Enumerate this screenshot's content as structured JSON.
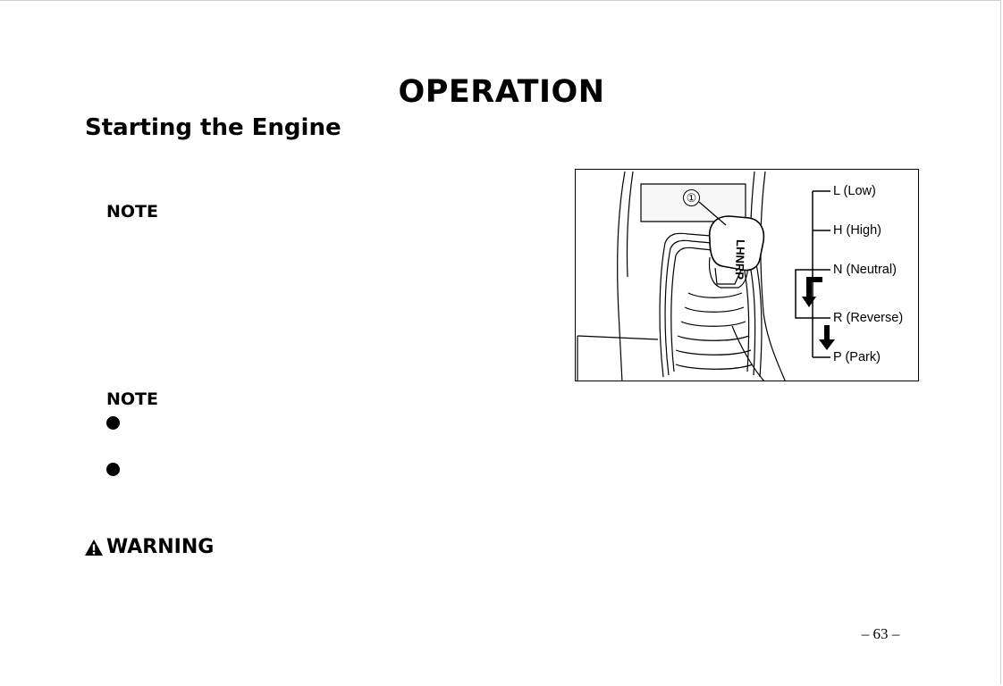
{
  "page": {
    "section_title": "OPERATION",
    "subsection_title": "Starting the Engine",
    "page_number": "– 63 –"
  },
  "notes": [
    {
      "heading": "NOTE"
    },
    {
      "heading": "NOTE"
    }
  ],
  "warning": {
    "label": "WARNING",
    "icon": "warning-triangle-icon"
  },
  "figure": {
    "callout": "①",
    "shifter_knob_text": "LHNRP",
    "gear_positions": [
      {
        "label": "L (Low)"
      },
      {
        "label": "H (High)"
      },
      {
        "label": "N (Neutral)"
      },
      {
        "label": "R (Reverse)"
      },
      {
        "label": "P (Park)"
      }
    ]
  }
}
